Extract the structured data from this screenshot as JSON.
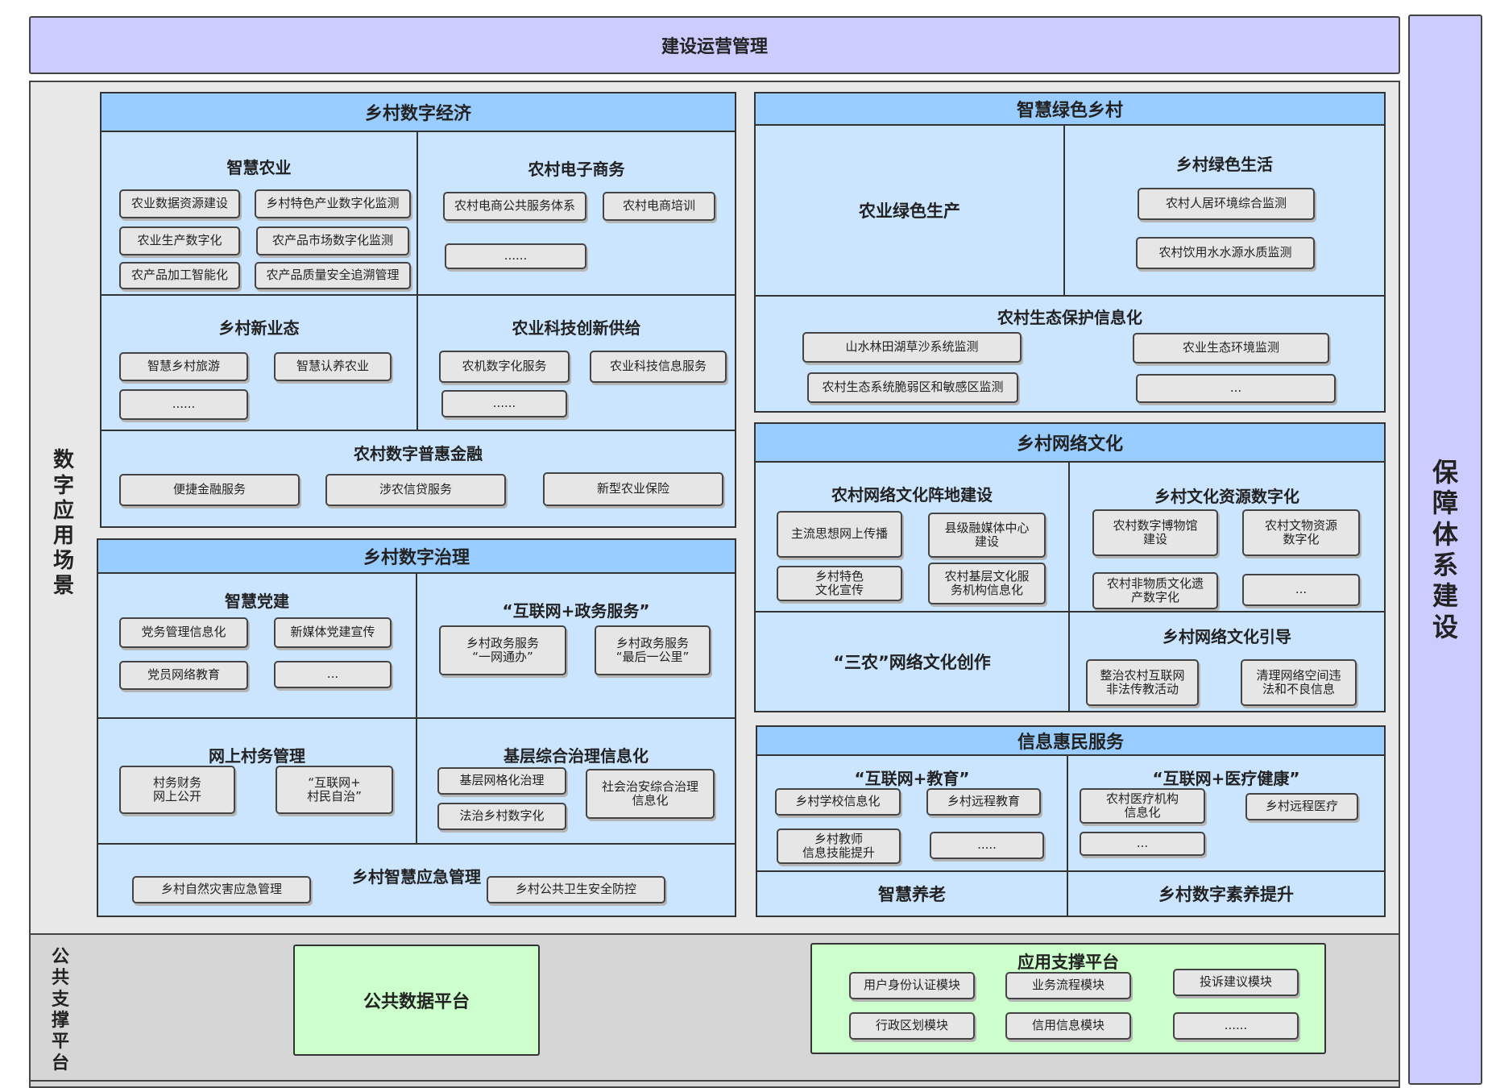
{
  "top_title": "建设运营管理",
  "right_title": [
    "保",
    "障",
    "体",
    "系",
    "建",
    "设"
  ],
  "left_region": [
    "数",
    "字",
    "应",
    "用",
    "场",
    "景"
  ],
  "left_platform": [
    "公",
    "共",
    "支",
    "撑",
    "平",
    "台"
  ],
  "economy": {
    "header": "乡村数字经济",
    "ag": {
      "title": "智慧农业",
      "items": [
        "农业数据资源建设",
        "乡村特色产业数字化监测",
        "农业生产数字化",
        "农产品市场数字化监测",
        "农产品加工智能化",
        "农产品质量安全追溯管理"
      ]
    },
    "ec": {
      "title": "农村电子商务",
      "items": [
        "农村电商公共服务体系",
        "农村电商培训",
        "......"
      ]
    },
    "nf": {
      "title": "乡村新业态",
      "items": [
        "智慧乡村旅游",
        "智慧认养农业",
        "......"
      ]
    },
    "st": {
      "title": "农业科技创新供给",
      "items": [
        "农机数字化服务",
        "农业科技信息服务",
        "......"
      ]
    },
    "fin": {
      "title": "农村数字普惠金融",
      "items": [
        "便捷金融服务",
        "涉农信贷服务",
        "新型农业保险"
      ]
    }
  },
  "governance": {
    "header": "乡村数字治理",
    "party": {
      "title": "智慧党建",
      "items": [
        "党务管理信息化",
        "新媒体党建宣传",
        "党员网络教育",
        "..."
      ]
    },
    "gov": {
      "title": "“互联网+政务服务”",
      "items": [
        "乡村政务服务\n“一网通办”",
        "乡村政务服务\n“最后一公里”"
      ]
    },
    "village": {
      "title": "网上村务管理",
      "items": [
        "村务财务\n网上公开",
        "“互联网+\n村民自治”"
      ]
    },
    "grass": {
      "title": "基层综合治理信息化",
      "items": [
        "基层网格化治理",
        "法治乡村数字化",
        "社会治安综合治理\n信息化"
      ]
    },
    "emerg": {
      "title": "乡村智慧应急管理",
      "items": [
        "乡村自然灾害应急管理",
        "乡村公共卫生安全防控"
      ]
    }
  },
  "green": {
    "header": "智慧绿色乡村",
    "prod": {
      "title": "农业绿色生产"
    },
    "life": {
      "title": "乡村绿色生活",
      "items": [
        "农村人居环境综合监测",
        "农村饮用水水源水质监测"
      ]
    },
    "eco": {
      "title": "农村生态保护信息化",
      "items": [
        "山水林田湖草沙系统监测",
        "农业生态环境监测",
        "农村生态系统脆弱区和敏感区监测",
        "..."
      ]
    }
  },
  "culture": {
    "header": "乡村网络文化",
    "front": {
      "title": "农村网络文化阵地建设",
      "items": [
        "主流思想网上传播",
        "县级融媒体中心\n建设",
        "乡村特色\n文化宣传",
        "农村基层文化服\n务机构信息化"
      ]
    },
    "res": {
      "title": "乡村文化资源数字化",
      "items": [
        "农村数字博物馆\n建设",
        "农村文物资源\n数字化",
        "农村非物质文化遗\n产数字化",
        "..."
      ]
    },
    "create": {
      "title": "“三农”网络文化创作"
    },
    "guide": {
      "title": "乡村网络文化引导",
      "items": [
        "整治农村互联网\n非法传教活动",
        "清理网络空间违\n法和不良信息"
      ]
    }
  },
  "service": {
    "header": "信息惠民服务",
    "edu": {
      "title": "“互联网+教育”",
      "items": [
        "乡村学校信息化",
        "乡村远程教育",
        "乡村教师\n信息技能提升",
        "....."
      ]
    },
    "med": {
      "title": "“互联网+医疗健康”",
      "items": [
        "农村医疗机构\n信息化",
        "乡村远程医疗",
        "..."
      ]
    },
    "elder": {
      "title": "智慧养老"
    },
    "literacy": {
      "title": "乡村数字素养提升"
    }
  },
  "platform": {
    "data": {
      "title": "公共数据平台"
    },
    "app": {
      "title": "应用支撑平台",
      "items": [
        "用户身份认证模块",
        "业务流程模块",
        "投诉建议模块",
        "行政区划模块",
        "信用信息模块",
        "......"
      ]
    }
  },
  "colors": {
    "lavender": "#ccccff",
    "header_blue": "#99ccff",
    "cell_blue": "#cce5ff",
    "green": "#ccffcc",
    "gray_region": "#e8e8e8",
    "gray_band": "#d6d6d6",
    "button": "#e6e6e6"
  }
}
